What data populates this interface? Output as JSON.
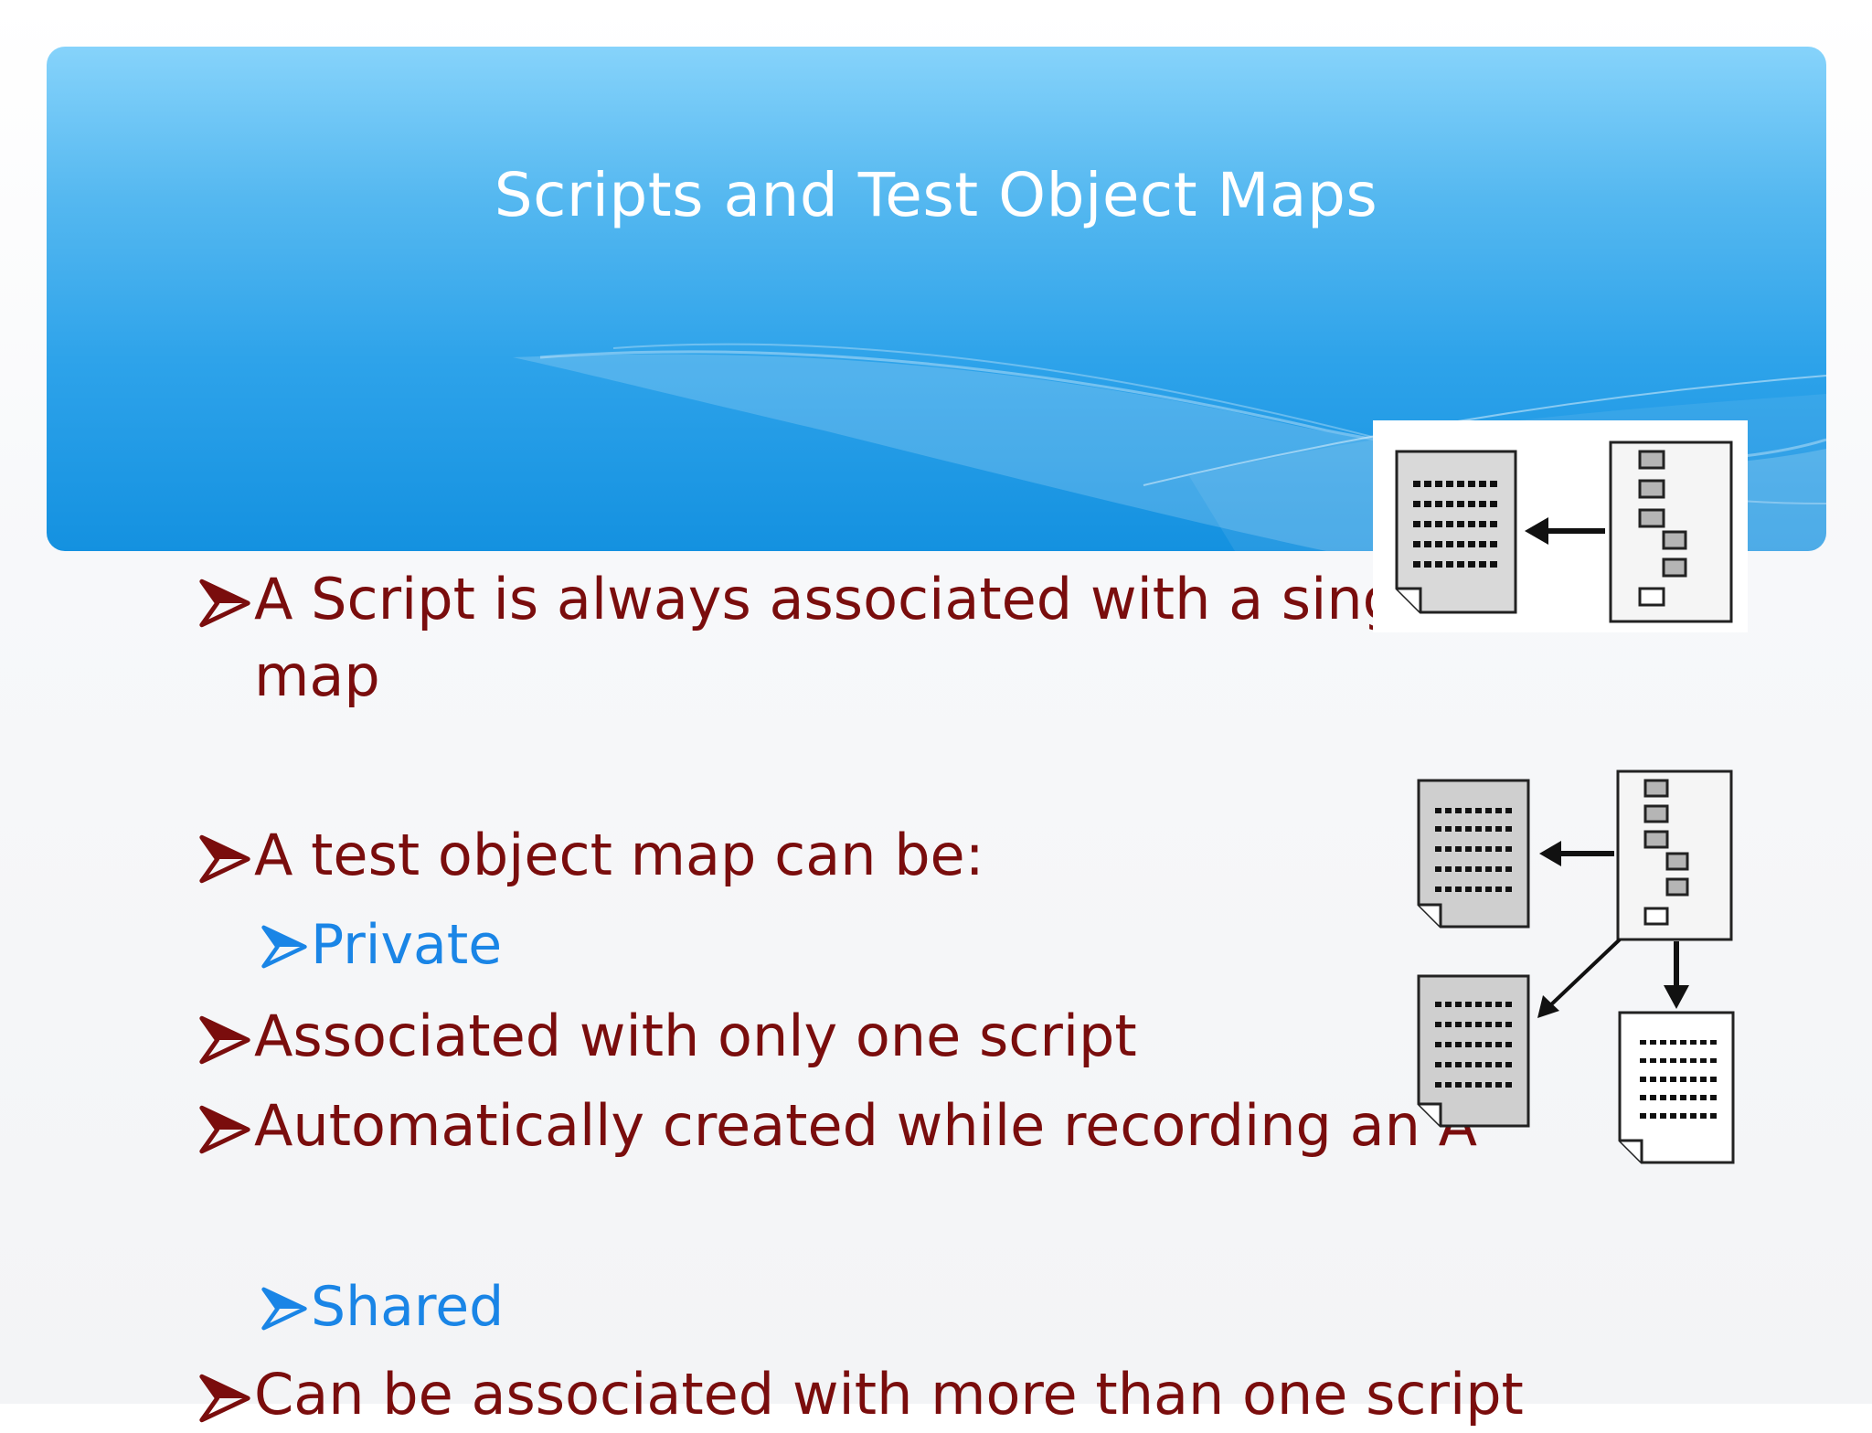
{
  "slide": {
    "title": "Scripts and Test Object Maps",
    "bullets": [
      {
        "level": 1,
        "text_line1": "A Script is always associated with a single t",
        "text_line2": "map"
      },
      {
        "level": 1,
        "text": "A test object map can be:"
      },
      {
        "level": 2,
        "text": "Private"
      },
      {
        "level": 1,
        "text": "Associated with only one script"
      },
      {
        "level": 1,
        "text": "Automatically created while recording an A"
      },
      {
        "level": 2,
        "text": "Shared"
      },
      {
        "level": 1,
        "text": "Can be associated with more than one script"
      }
    ]
  },
  "colors": {
    "level1_text": "#7a0d0d",
    "level2_text": "#1a85e6",
    "title_text": "#ffffff",
    "header_top": "#86d3fb",
    "header_bottom": "#1491e0"
  },
  "icons": {
    "level1_bullet": "arrow-bullet-icon",
    "level2_bullet": "arrow-bullet-icon",
    "diagram_private": "private-map-diagram",
    "diagram_shared": "shared-map-diagram"
  }
}
